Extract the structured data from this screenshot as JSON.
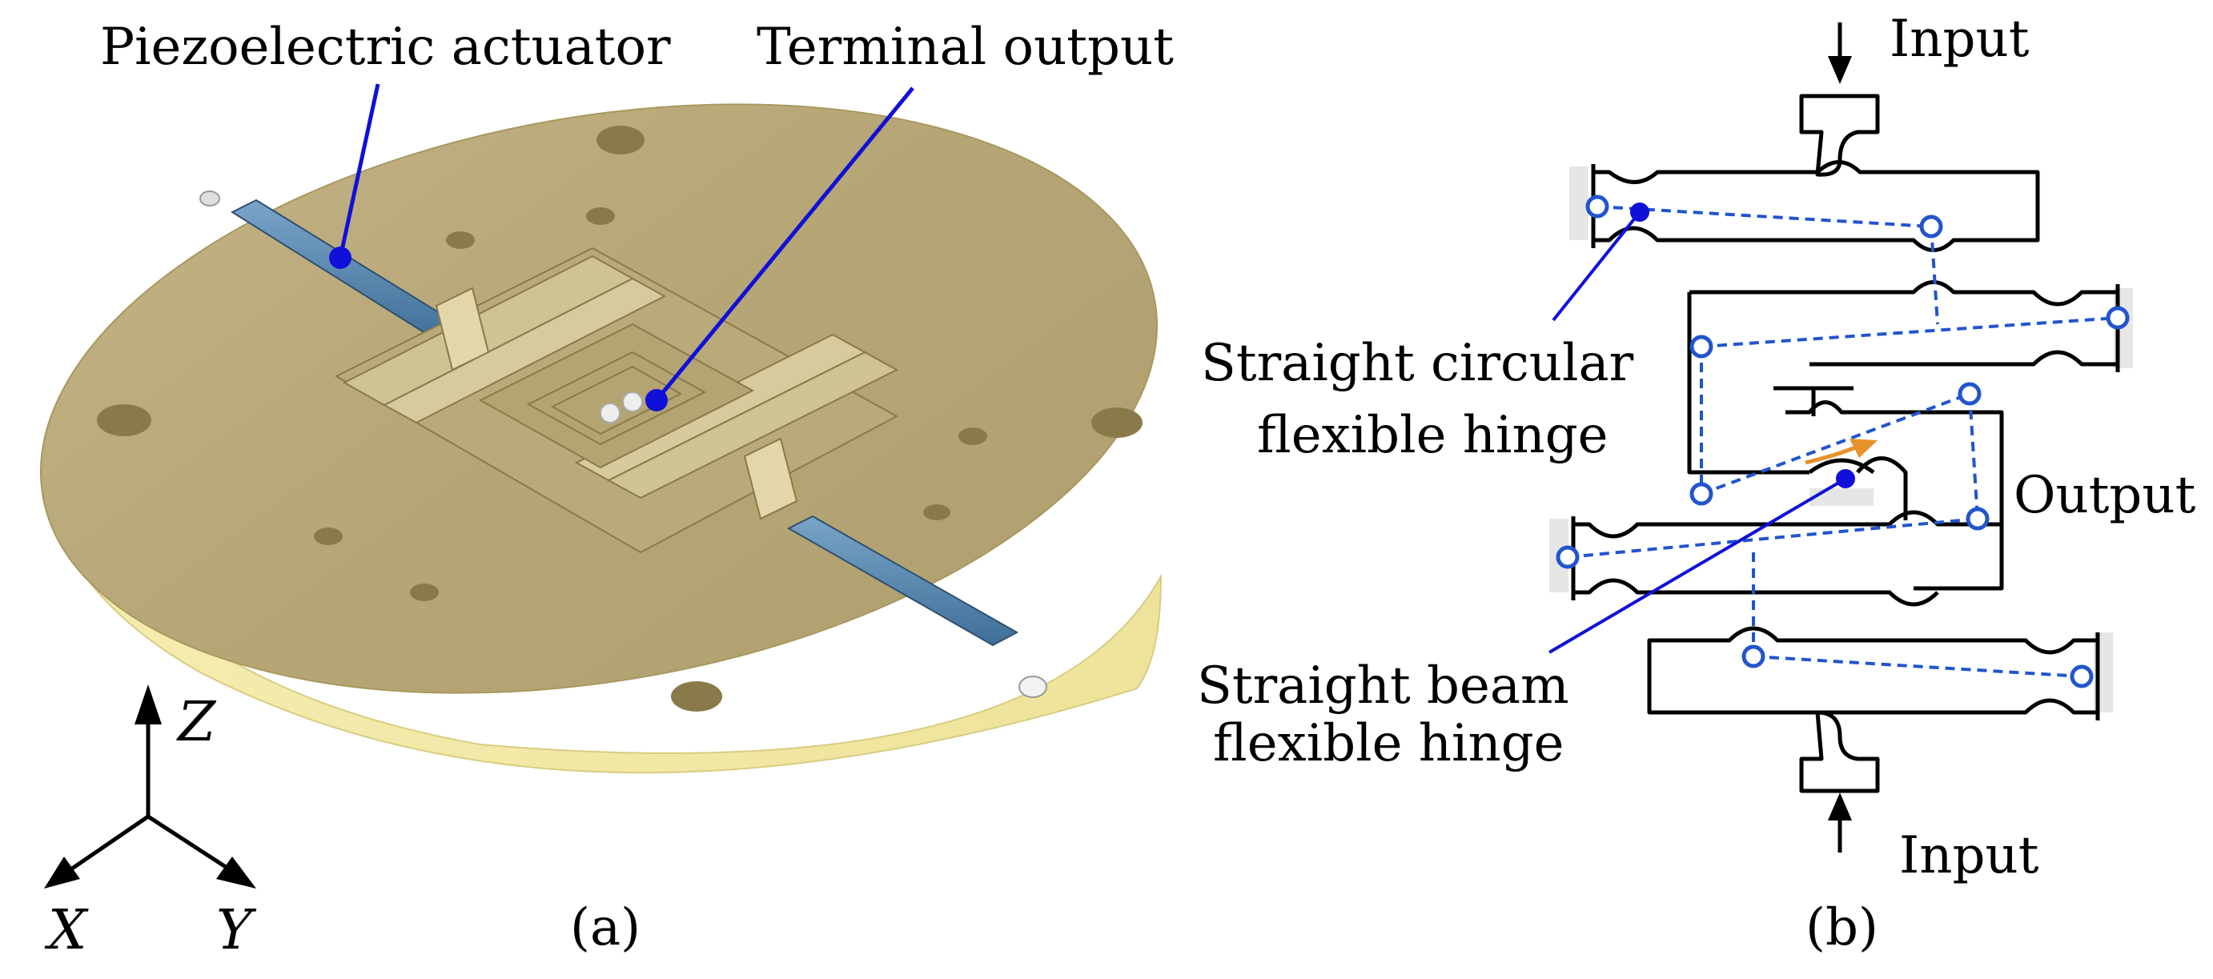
{
  "panel_a": {
    "labels": {
      "piezo": "Piezoelectric actuator",
      "terminal": "Terminal output"
    },
    "axes": {
      "z": "Z",
      "x": "X",
      "y": "Y"
    },
    "caption": "(a)"
  },
  "panel_b": {
    "labels": {
      "input_top": "Input",
      "input_bottom": "Input",
      "output": "Output",
      "circular_line1": "Straight circular",
      "circular_line2": "flexible hinge",
      "beam_line1": "Straight beam",
      "beam_line2": "flexible hinge"
    },
    "caption": "(b)"
  },
  "colors": {
    "plate_top": "#b8a878",
    "plate_side": "#f3eca8",
    "actuator": "#5a88b0",
    "leader": "#1010d8",
    "joint": "#2255cc",
    "arrow": "#e8902a"
  }
}
